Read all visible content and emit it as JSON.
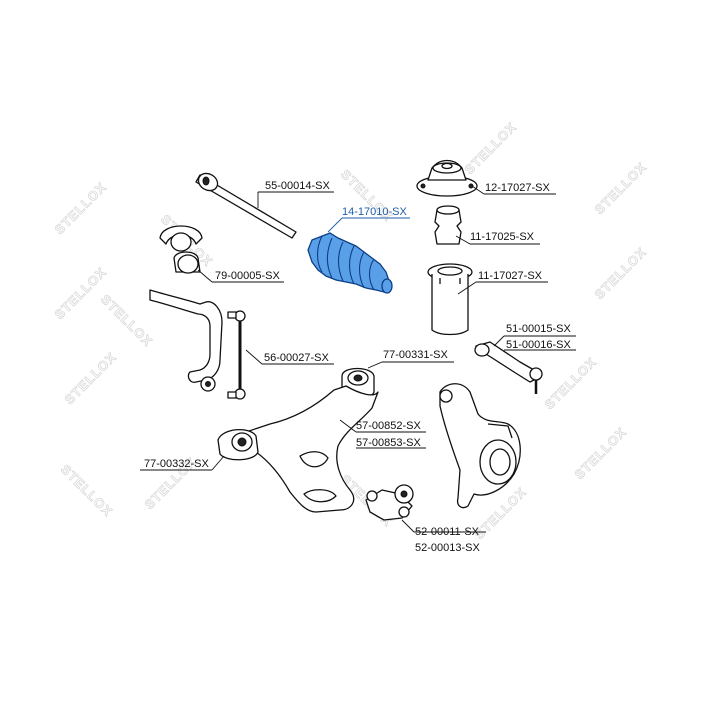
{
  "watermark": {
    "text": "STELLOX"
  },
  "parts": {
    "tie_rod": "55-00014-SX",
    "steering_boot": "14-17010-SX",
    "strut_mount": "12-17027-SX",
    "bump_stop": "11-17025-SX",
    "dust_cover": "11-17027-SX",
    "stabilizer_bushing": "79-00005-SX",
    "tie_rod_end_1": "51-00015-SX",
    "tie_rod_end_2": "51-00016-SX",
    "stabilizer_link": "56-00027-SX",
    "arm_bushing_rear": "77-00331-SX",
    "control_arm_1": "57-00852-SX",
    "control_arm_2": "57-00853-SX",
    "arm_bushing_front": "77-00332-SX",
    "ball_joint_1": "52-00011-SX",
    "ball_joint_2": "52-00013-SX"
  },
  "colors": {
    "highlight": "#1f5fa8",
    "boot_fill": "#5aa0e8"
  }
}
